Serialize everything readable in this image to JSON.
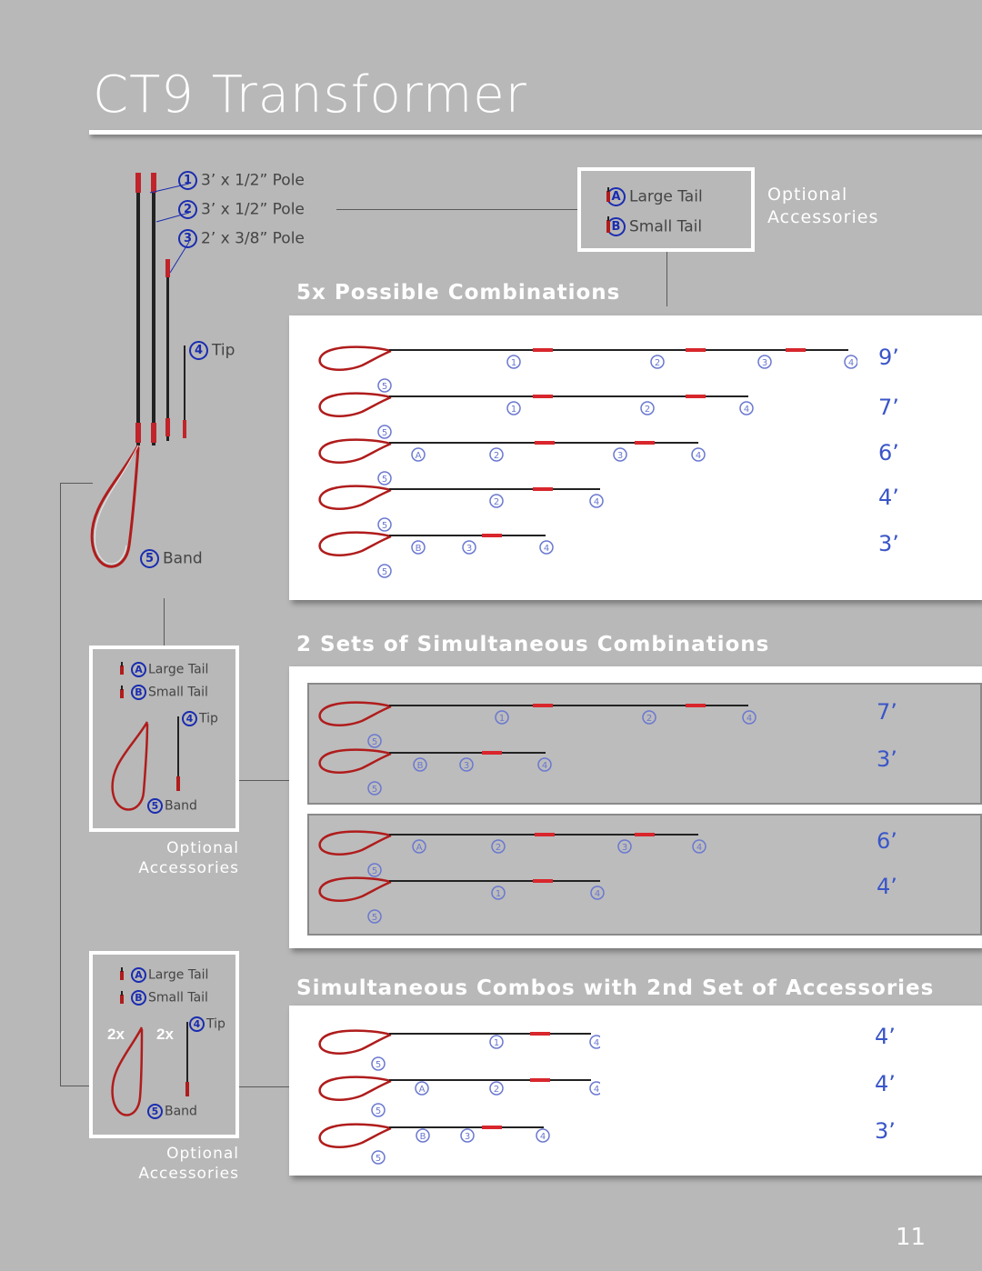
{
  "page": {
    "title": "CT9 Transformer",
    "page_number": "11"
  },
  "parts": [
    {
      "badge": "1",
      "label": "3’ x 1/2” Pole"
    },
    {
      "badge": "2",
      "label": "3’ x 1/2” Pole"
    },
    {
      "badge": "3",
      "label": "2’ x 3/8” Pole"
    },
    {
      "badge": "4",
      "label": "Tip"
    },
    {
      "badge": "5",
      "label": "Band"
    }
  ],
  "accessories": {
    "large": {
      "badge": "A",
      "label": "Large Tail"
    },
    "small": {
      "badge": "B",
      "label": "Small Tail"
    },
    "caption_line1": "Optional",
    "caption_line2": "Accessories",
    "multiplier": "2x"
  },
  "sections": {
    "five": {
      "heading": "5x Possible Combinations",
      "lengths": [
        "9’",
        "7’",
        "6’",
        "4’",
        "3’"
      ]
    },
    "two_sets": {
      "heading": "2 Sets of Simultaneous Combinations",
      "lengths": [
        "7’",
        "3’",
        "6’",
        "4’"
      ]
    },
    "second_set": {
      "heading": "Simultaneous Combos with 2nd Set of Accessories",
      "lengths": [
        "4’",
        "4’",
        "3’"
      ]
    }
  },
  "colors": {
    "background": "#b8b8b8",
    "badge": "#1a2cb0",
    "diagram_badge": "#6a78d0",
    "length": "#3a55c8",
    "band": "#b01c1c",
    "pole": "#222222"
  }
}
